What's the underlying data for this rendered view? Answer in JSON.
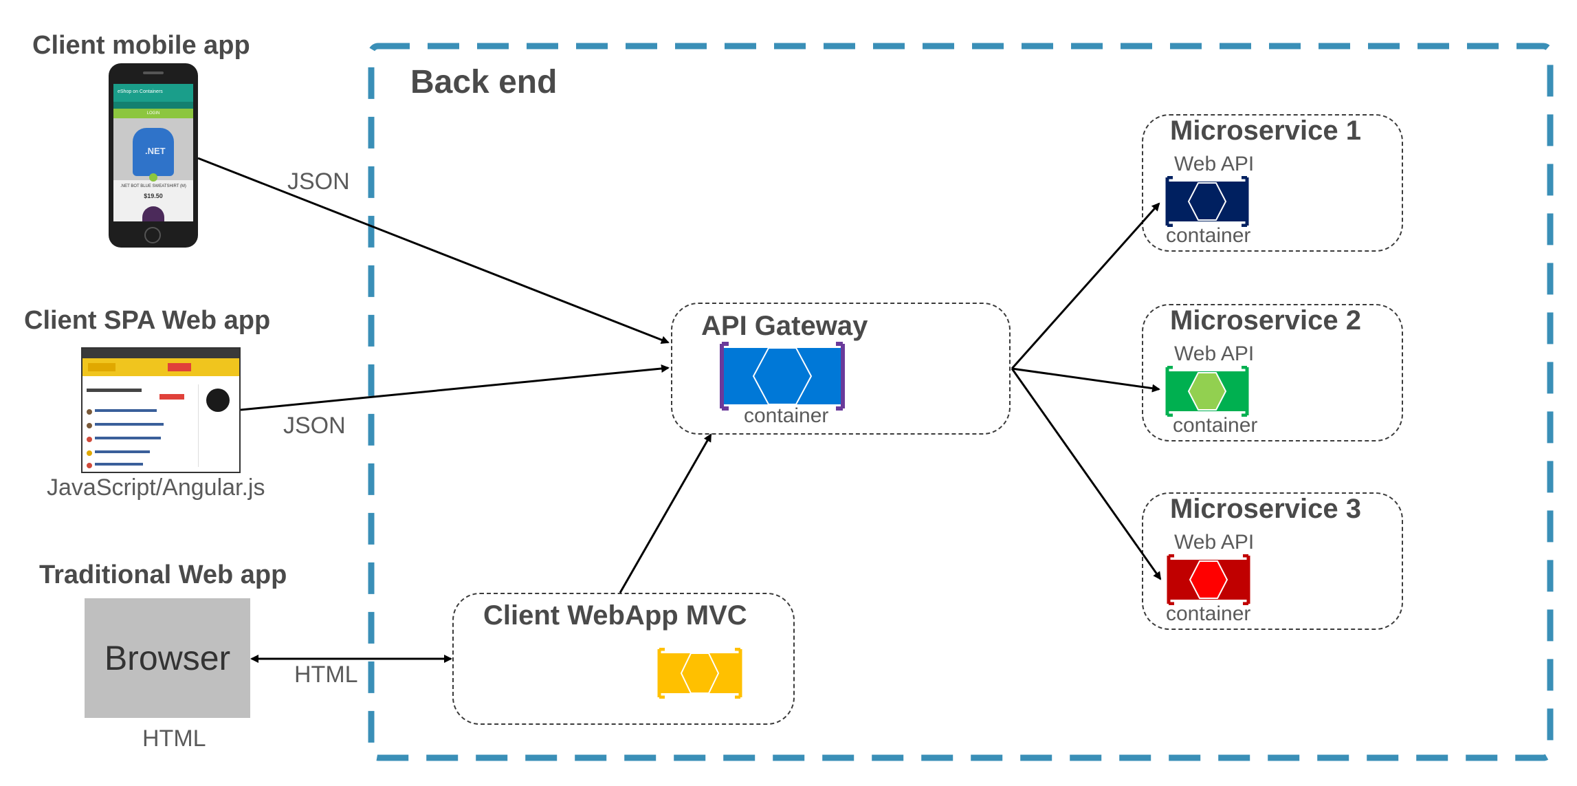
{
  "backend": {
    "title": "Back end"
  },
  "clients": {
    "mobile": {
      "title": "Client mobile app",
      "app_header": "eShop on Containers",
      "product_name": ".NET BOT BLUE SWEATSHIRT (M)",
      "price": "$19.50",
      "button": "LOGIN"
    },
    "spa": {
      "title": "Client SPA Web app",
      "subtitle": "JavaScript/Angular.js"
    },
    "traditional": {
      "title": "Traditional Web app",
      "browser_label": "Browser",
      "subtitle": "HTML"
    }
  },
  "protocols": {
    "mobile_link": "JSON",
    "spa_link": "JSON",
    "browser_link": "HTML"
  },
  "gateway": {
    "title": "API Gateway",
    "container_label": "container",
    "color": "#0078d7",
    "bracket_color": "#6a3a9a"
  },
  "webapp_mvc": {
    "title": "Client WebApp MVC",
    "color": "#ffc000"
  },
  "microservices": [
    {
      "title": "Microservice 1",
      "api_label": "Web API",
      "container_label": "container",
      "color": "#002060"
    },
    {
      "title": "Microservice 2",
      "api_label": "Web API",
      "container_label": "container",
      "color": "#00b050",
      "hex_color": "#92d050"
    },
    {
      "title": "Microservice 3",
      "api_label": "Web API",
      "container_label": "container",
      "color": "#c00000",
      "hex_color": "#ff0000"
    }
  ],
  "colors": {
    "backend_border": "#3a8fb7",
    "arrow": "#000000",
    "browser_fill": "#bfbfbf"
  }
}
